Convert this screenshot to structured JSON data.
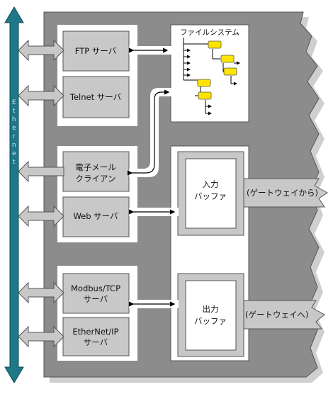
{
  "bus_label": [
    "E",
    "t",
    "h",
    "e",
    "r",
    "n",
    "e",
    "t"
  ],
  "modules": {
    "ftp": "FTP サーバ",
    "telnet": "Telnet サーバ",
    "email": [
      "電子メール",
      "クライアン"
    ],
    "web": "Web サーバ",
    "modbus": [
      "Modbus/TCP",
      "サーバ"
    ],
    "ethernetip": [
      "EtherNet/IP",
      "サーバ"
    ]
  },
  "filesystem": "ファイルシステム",
  "input_buffer": [
    "入力",
    "バッファ"
  ],
  "output_buffer": [
    "出力",
    "バッファ"
  ],
  "from_gateway": "(ゲートウェイから)",
  "to_gateway": "(ゲートウェイへ)",
  "colors": {
    "bus": "#1f7888",
    "panel": "#8c8c8c",
    "module": "#c8c8c8",
    "folder": "#ffe400"
  }
}
